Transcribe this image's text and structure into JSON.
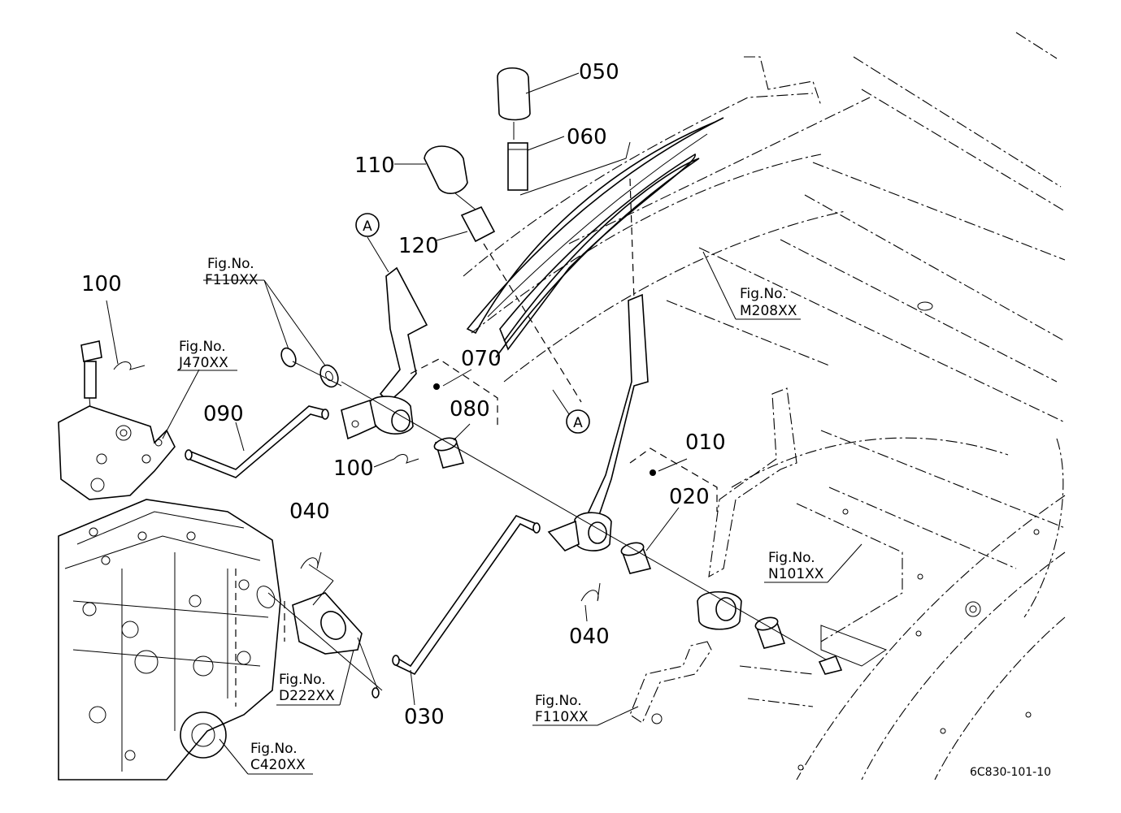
{
  "parts": {
    "p050": "050",
    "p060": "060",
    "p110": "110",
    "p120": "120",
    "p100a": "100",
    "p100b": "100",
    "p070": "070",
    "p080": "080",
    "p090": "090",
    "p010": "010",
    "p020": "020",
    "p040a": "040",
    "p040b": "040",
    "p030": "030",
    "markA1": "A",
    "markA2": "A"
  },
  "figrefs": {
    "f110_top": {
      "l1": "Fig.No.",
      "l2": "F110XX"
    },
    "j470": {
      "l1": "Fig.No.",
      "l2": "J470XX"
    },
    "m208": {
      "l1": "Fig.No.",
      "l2": "M208XX"
    },
    "n101": {
      "l1": "Fig.No.",
      "l2": "N101XX"
    },
    "d222": {
      "l1": "Fig.No.",
      "l2": "D222XX"
    },
    "f110_bottom": {
      "l1": "Fig.No.",
      "l2": "F110XX"
    },
    "c420": {
      "l1": "Fig.No.",
      "l2": "C420XX"
    }
  },
  "drawing_code": "6C830-101-10"
}
